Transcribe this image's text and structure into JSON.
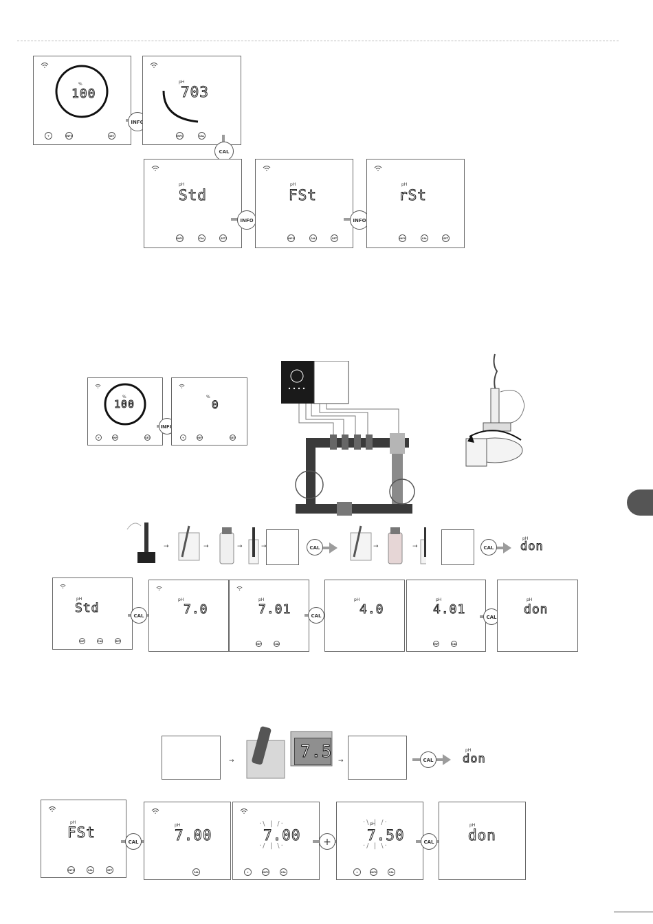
{
  "buttons": {
    "info": "INFO",
    "cal": "CAL",
    "set": "SET",
    "plus": "+"
  },
  "units": {
    "pct": "%",
    "ph": "pH"
  },
  "bubbles": {
    "info": "INFO",
    "cal": "CAL",
    "plus": "+"
  },
  "lcd": {
    "v100": "100",
    "v703": "703",
    "std": "Std",
    "fst": "FSt",
    "rst": "rSt",
    "zero": "0",
    "v70": "7.0",
    "v701": "7.01",
    "v40": "4.0",
    "v401": "4.01",
    "don": "don",
    "v700": "7.00",
    "v750": "7.50",
    "meter": "7.5"
  },
  "colors": {
    "arrow": "#9c9c9c",
    "tab": "#555555",
    "pipe": "#3a3a3a",
    "device": "#1a1a1a"
  }
}
